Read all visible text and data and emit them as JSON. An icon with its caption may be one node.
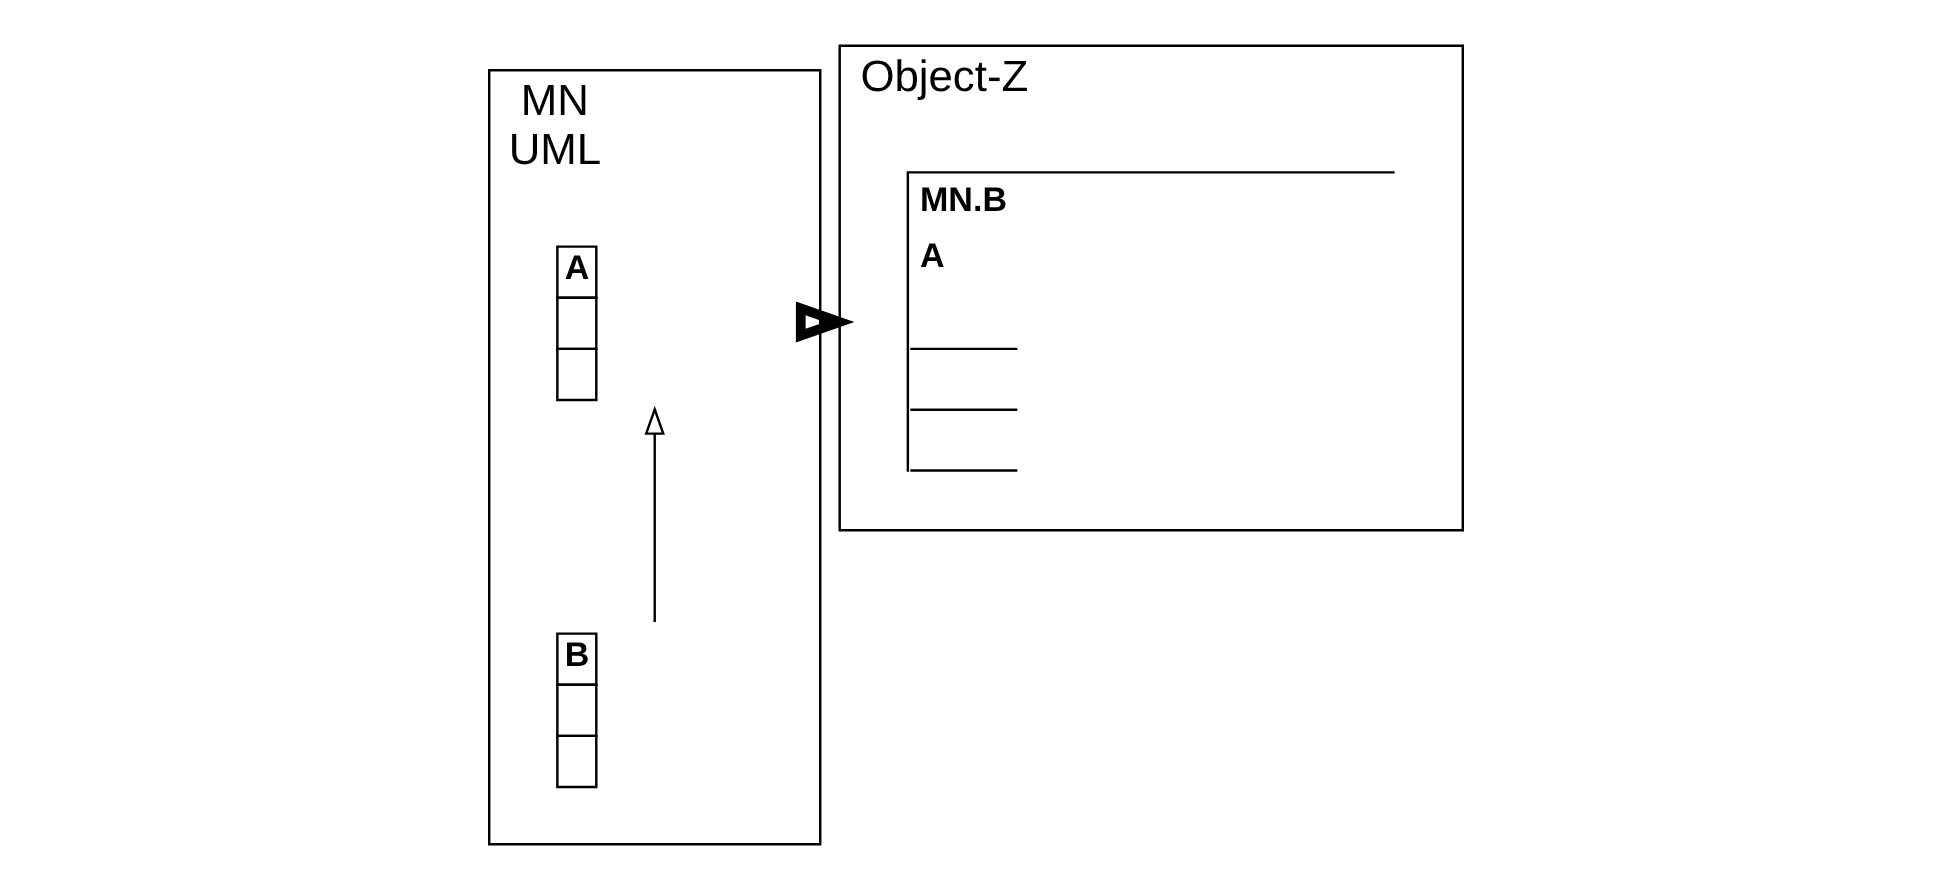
{
  "diagram": {
    "nodes": [
      {
        "text": [
          "MN",
          "UML"
        ]
      },
      {
        "text": [
          "A"
        ],
        "in": 0
      },
      {
        "text": [
          "B"
        ],
        "in": 0
      },
      {
        "text": [
          "Object-Z"
        ]
      },
      {
        "text": [
          "MN.B",
          "A"
        ],
        "in": 3
      }
    ],
    "edges": [
      {
        "from": 2,
        "to": 1,
        "arrow": "to"
      },
      {
        "from": 0,
        "to": 3,
        "arrow": "to",
        "style": "thick"
      }
    ]
  }
}
